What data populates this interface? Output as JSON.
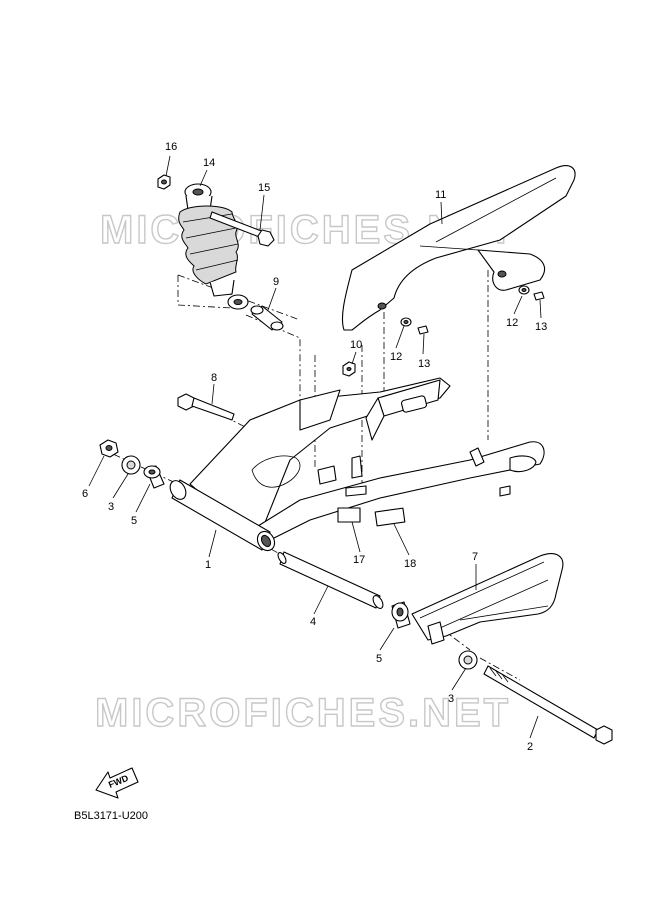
{
  "watermark": "MICROFICHES.NET",
  "diagram_code": "B5L3171-U200",
  "fwd_label": "FWD",
  "callouts": {
    "c1": "1",
    "c2": "2",
    "c3a": "3",
    "c3b": "3",
    "c4": "4",
    "c5a": "5",
    "c5b": "5",
    "c6": "6",
    "c7": "7",
    "c8": "8",
    "c9": "9",
    "c10": "10",
    "c11": "11",
    "c12a": "12",
    "c12b": "12",
    "c13a": "13",
    "c13b": "13",
    "c14": "14",
    "c15": "15",
    "c16": "16",
    "c17": "17",
    "c18": "18"
  }
}
